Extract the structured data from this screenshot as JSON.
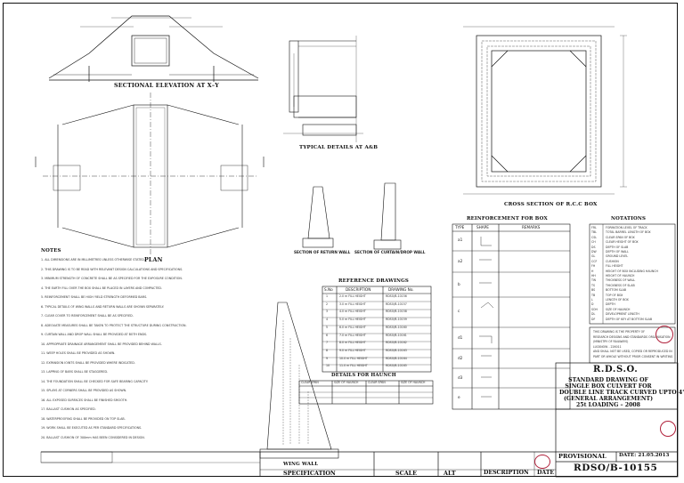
{
  "views": {
    "sectional_elevation": "SECTIONAL ELEVATION AT X–Y",
    "plan": "PLAN",
    "typical_details": "TYPICAL DETAILS AT A&B",
    "cross_section": "CROSS SECTION OF R.C.C BOX",
    "section_return_wall": "SECTION OF RETURN WALL",
    "section_curtain_wall": "SECTION OF CURTAIN/DROP WALL",
    "wing_wall": "WING WALL"
  },
  "notes_heading": "NOTES",
  "notes": [
    "1.  ALL DIMENSIONS ARE IN MILLIMETRES UNLESS OTHERWISE STATED.",
    "2.  THIS DRAWING IS TO BE READ WITH RELEVANT DESIGN CALCULATIONS AND SPECIFICATIONS.",
    "3.  MINIMUM STRENGTH OF CONCRETE SHALL BE AS SPECIFIED FOR THE EXPOSURE CONDITION.",
    "4.  THE EARTH FILL OVER THE BOX SHALL BE PLACED IN LAYERS AND COMPACTED.",
    "5.  REINFORCEMENT SHALL BE HIGH YIELD STRENGTH DEFORMED BARS.",
    "6.  TYPICAL DETAILS OF WING WALLS AND RETURN WALLS ARE SHOWN SEPARATELY.",
    "7.  CLEAR COVER TO REINFORCEMENT SHALL BE AS SPECIFIED.",
    "8.  ADEQUATE MEASURES SHALL BE TAKEN TO PROTECT THE STRUCTURE DURING CONSTRUCTION.",
    "9.  CURTAIN WALL AND DROP WALL SHALL BE PROVIDED AT BOTH ENDS.",
    "10. APPROPRIATE DRAINAGE ARRANGEMENT SHALL BE PROVIDED BEHIND WALLS.",
    "11. WEEP HOLES SHALL BE PROVIDED AS SHOWN.",
    "12. EXPANSION JOINTS SHALL BE PROVIDED WHERE INDICATED.",
    "13. LAPPING OF BARS SHALL BE STAGGERED.",
    "14. THE FOUNDATION SHALL BE CHECKED FOR SAFE BEARING CAPACITY.",
    "15. SPLAYS AT CORNERS SHALL BE PROVIDED AS SHOWN.",
    "16. ALL EXPOSED SURFACES SHALL BE FINISHED SMOOTH.",
    "17. BALLAST CUSHION AS SPECIFIED.",
    "18. WATERPROOFING SHALL BE PROVIDED ON TOP SLAB.",
    "19. WORK SHALL BE EXECUTED AS PER STANDARD SPECIFICATIONS.",
    "20. BALLAST CUSHION OF 300mm HAS BEEN CONSIDERED IN DESIGN."
  ],
  "reference_drawings": {
    "title": "REFERENCE DRAWINGS",
    "headers": [
      "S.No",
      "DESCRIPTION",
      "DRAWING No."
    ],
    "rows": [
      [
        "1",
        "2.0 m FILL HEIGHT",
        "RDSO/B-10156"
      ],
      [
        "2",
        "3.0 m FILL HEIGHT",
        "RDSO/B-10157"
      ],
      [
        "3",
        "4.0 m FILL HEIGHT",
        "RDSO/B-10158"
      ],
      [
        "4",
        "5.0 m FILL HEIGHT",
        "RDSO/B-10159"
      ],
      [
        "5",
        "6.0 m FILL HEIGHT",
        "RDSO/B-10160"
      ],
      [
        "6",
        "7.0 m FILL HEIGHT",
        "RDSO/B-10161"
      ],
      [
        "7",
        "8.0 m FILL HEIGHT",
        "RDSO/B-10162"
      ],
      [
        "8",
        "9.0 m FILL HEIGHT",
        "RDSO/B-10163"
      ],
      [
        "9",
        "10.0 m FILL HEIGHT",
        "RDSO/B-10164"
      ],
      [
        "10",
        "11.0 m FILL HEIGHT",
        "RDSO/B-10165"
      ]
    ]
  },
  "haunch_table": {
    "title": "DETAILS FOR HAUNCH",
    "headers": [
      "CLEAR SPAN",
      "SIZE OF HAUNCH",
      "CLEAR SPAN",
      "SIZE OF HAUNCH"
    ]
  },
  "reinforcement": {
    "title": "REINFORCEMENT FOR BOX",
    "headers": [
      "TYPE",
      "SHAPE",
      "REMARKS"
    ],
    "types": [
      "a1",
      "a2",
      "b",
      "c",
      "d1",
      "d2",
      "d3",
      "e"
    ]
  },
  "notations": {
    "title": "NOTATIONS",
    "rows": [
      [
        "FRL",
        "FORMATION LEVEL OF TRACK"
      ],
      [
        "TBL",
        "TOTAL BARREL LENGTH OF BOX"
      ],
      [
        "CSL",
        "CLEAR SPAN OF BOX"
      ],
      [
        "CH",
        "CLEAR HEIGHT OF BOX"
      ],
      [
        "DS",
        "DEPTH OF SLAB"
      ],
      [
        "DW",
        "DEPTH OF WALL"
      ],
      [
        "GL",
        "GROUND LEVEL"
      ],
      [
        "CCF",
        "CUSHION"
      ],
      [
        "FH",
        "FILL HEIGHT"
      ],
      [
        "H",
        "HEIGHT OF BOX INCLUDING HAUNCH"
      ],
      [
        "HH",
        "HEIGHT OF HAUNCH"
      ],
      [
        "TW",
        "THICKNESS OF WALL"
      ],
      [
        "TS",
        "THICKNESS OF SLAB"
      ],
      [
        "BS",
        "BOTTOM SLAB"
      ],
      [
        "TB",
        "TOP OF BOX"
      ],
      [
        "L",
        "LENGTH OF BOX"
      ],
      [
        "D",
        "DEPTH"
      ],
      [
        "SOH",
        "SIZE OF HAUNCH"
      ],
      [
        "DL",
        "DEVELOPMENT LENGTH"
      ],
      [
        "DF",
        "DEPTH OF KEY AT BOTTOM SLAB"
      ]
    ]
  },
  "property_notice": [
    "THIS DRAWING IS THE PROPERTY OF",
    "RESEARCH DESIGNS AND STANDARDS ORGANISATION",
    "(MINISTRY OF RAILWAYS)",
    "LUCKNOW - 226011",
    "AND SHALL NOT BE USED, COPIED OR REPRODUCED IN",
    "PART OR WHOLE WITHOUT PRIOR CONSENT IN WRITING"
  ],
  "title_block": {
    "org": "R.D.S.O.",
    "title_lines": [
      "STANDARD DRAWING OF",
      "SINGLE BOX CULVERT FOR",
      "DOUBLE LINE TRACK CURVED UPTO 4°",
      "(GENERAL ARRANGEMENT)",
      "25t LOADING – 2008"
    ],
    "status": "PROVISIONAL",
    "date": "DATE: 21.05.2013",
    "drawing_no": "RDSO/B-10155",
    "specification": "SPECIFICATION",
    "scale": "SCALE",
    "alt": "ALT",
    "description": "DESCRIPTION",
    "date_col": "DATE"
  },
  "colors": {
    "ink": "#111111",
    "stamp_red": "#b0203a",
    "paper": "#ffffff"
  }
}
